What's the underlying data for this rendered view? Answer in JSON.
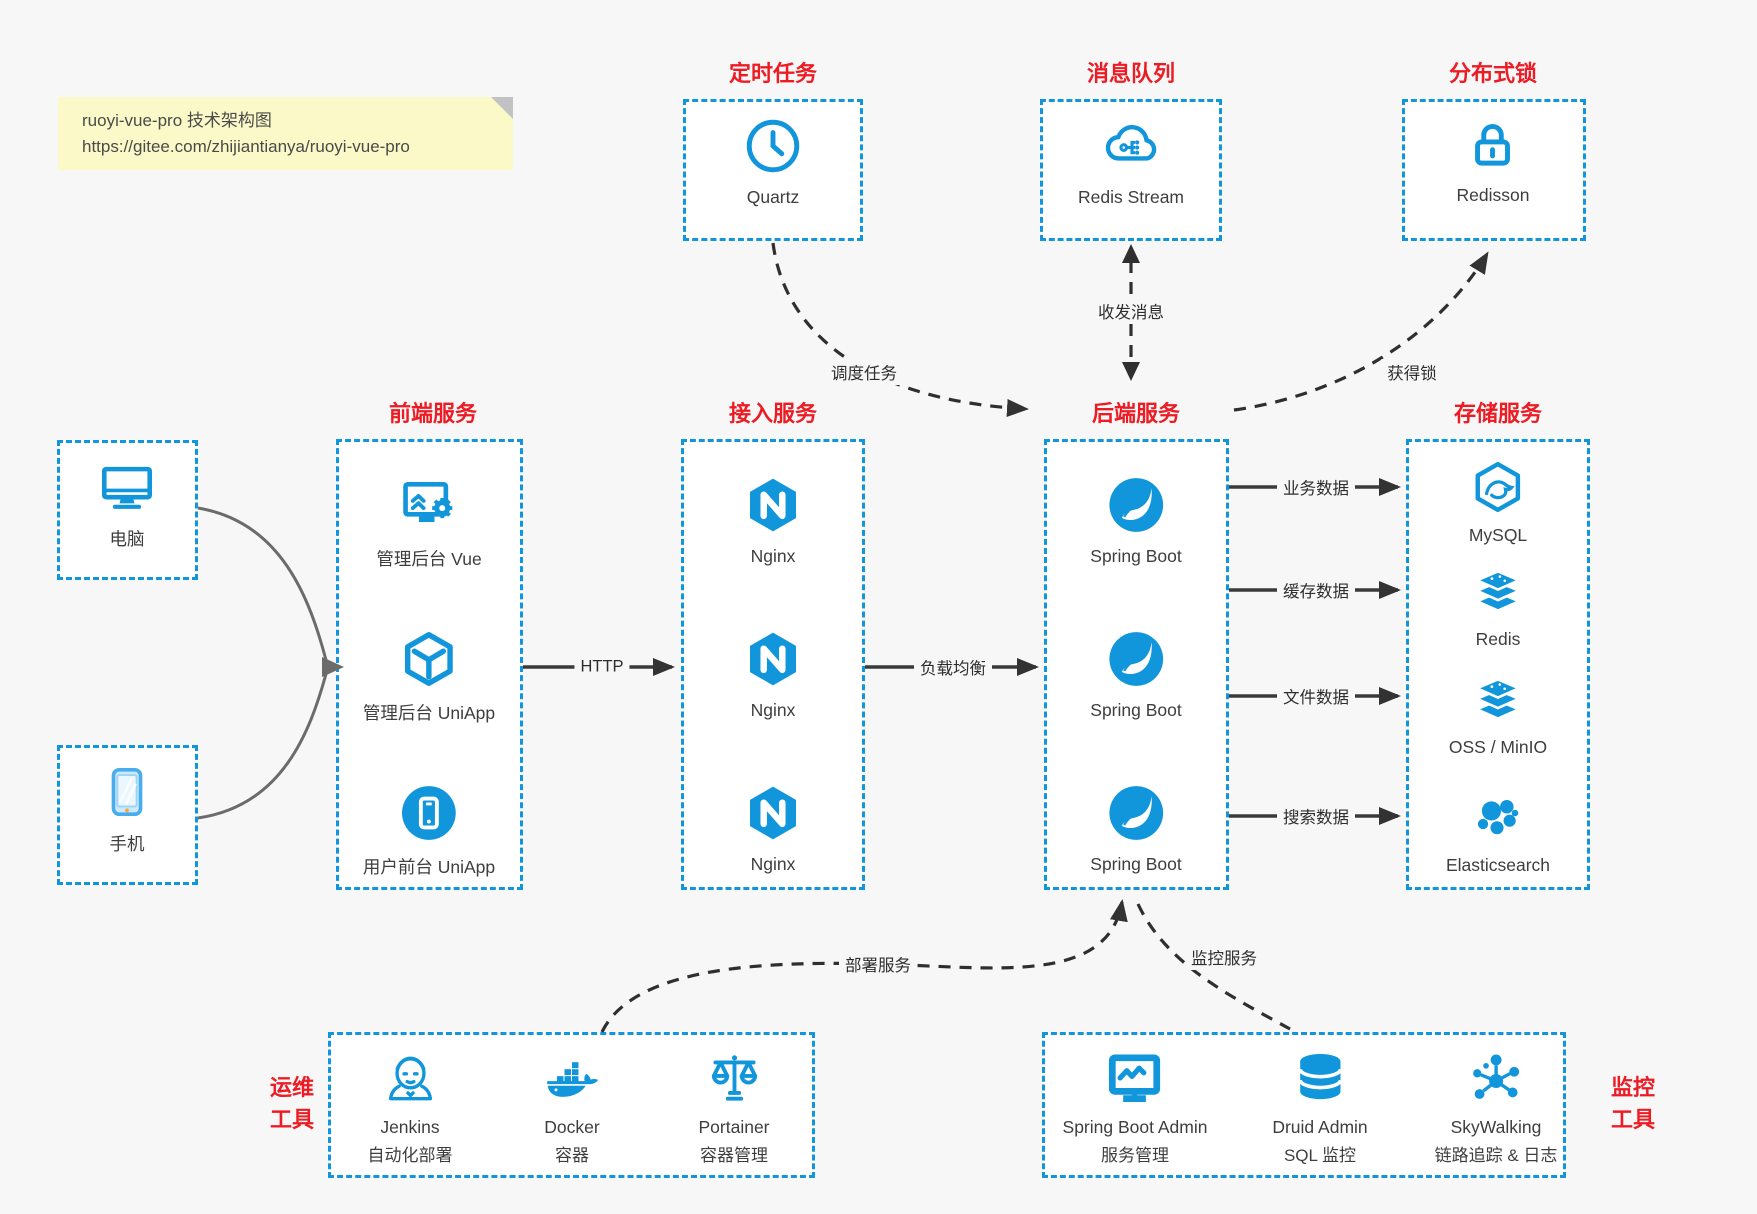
{
  "note": {
    "title_line": "ruoyi-vue-pro 技术架构图",
    "url_line": "https://gitee.com/zhijiantianya/ruoyi-vue-pro"
  },
  "colors": {
    "accent_blue": "#1296db",
    "title_red": "#ed1c24",
    "arrow_dark": "#333333",
    "connector_gray": "#6b6b6b",
    "note_bg": "#fbf9c8",
    "page_bg": "#f7f7f7"
  },
  "top_groups": [
    {
      "title": "定时任务",
      "icon": "clock-icon",
      "label": "Quartz"
    },
    {
      "title": "消息队列",
      "icon": "cloud-stream-icon",
      "label": "Redis Stream"
    },
    {
      "title": "分布式锁",
      "icon": "lock-icon",
      "label": "Redisson"
    }
  ],
  "clients": [
    {
      "icon": "desktop-icon",
      "label": "电脑"
    },
    {
      "icon": "mobile-icon",
      "label": "手机"
    }
  ],
  "columns": [
    {
      "title": "前端服务",
      "items": [
        {
          "icon": "admin-vue-icon",
          "label": "管理后台 Vue"
        },
        {
          "icon": "uniapp-cube-icon",
          "label": "管理后台 UniApp"
        },
        {
          "icon": "user-app-icon",
          "label": "用户前台 UniApp"
        }
      ]
    },
    {
      "title": "接入服务",
      "items": [
        {
          "icon": "nginx-icon",
          "label": "Nginx"
        },
        {
          "icon": "nginx-icon",
          "label": "Nginx"
        },
        {
          "icon": "nginx-icon",
          "label": "Nginx"
        }
      ]
    },
    {
      "title": "后端服务",
      "items": [
        {
          "icon": "spring-boot-icon",
          "label": "Spring Boot"
        },
        {
          "icon": "spring-boot-icon",
          "label": "Spring Boot"
        },
        {
          "icon": "spring-boot-icon",
          "label": "Spring Boot"
        }
      ]
    },
    {
      "title": "存储服务",
      "items": [
        {
          "icon": "mysql-icon",
          "label": "MySQL"
        },
        {
          "icon": "redis-stack-icon",
          "label": "Redis"
        },
        {
          "icon": "oss-stack-icon",
          "label": "OSS / MinIO"
        },
        {
          "icon": "elasticsearch-icon",
          "label": "Elasticsearch"
        }
      ]
    }
  ],
  "edges": {
    "http": "HTTP",
    "load_balance": "负载均衡",
    "schedule": "调度任务",
    "message": "收发消息",
    "lock": "获得锁",
    "business": "业务数据",
    "cache": "缓存数据",
    "file": "文件数据",
    "search": "搜索数据",
    "deploy": "部署服务",
    "monitor": "监控服务"
  },
  "bottom_groups": [
    {
      "side_label_line1": "运维",
      "side_label_line2": "工具",
      "items": [
        {
          "icon": "jenkins-icon",
          "label": "Jenkins",
          "sublabel": "自动化部署"
        },
        {
          "icon": "docker-icon",
          "label": "Docker",
          "sublabel": "容器"
        },
        {
          "icon": "portainer-icon",
          "label": "Portainer",
          "sublabel": "容器管理"
        }
      ]
    },
    {
      "side_label_line1": "监控",
      "side_label_line2": "工具",
      "items": [
        {
          "icon": "spring-boot-admin-icon",
          "label": "Spring Boot Admin",
          "sublabel": "服务管理"
        },
        {
          "icon": "druid-icon",
          "label": "Druid Admin",
          "sublabel": "SQL 监控"
        },
        {
          "icon": "skywalking-icon",
          "label": "SkyWalking",
          "sublabel": "链路追踪 & 日志"
        }
      ]
    }
  ]
}
